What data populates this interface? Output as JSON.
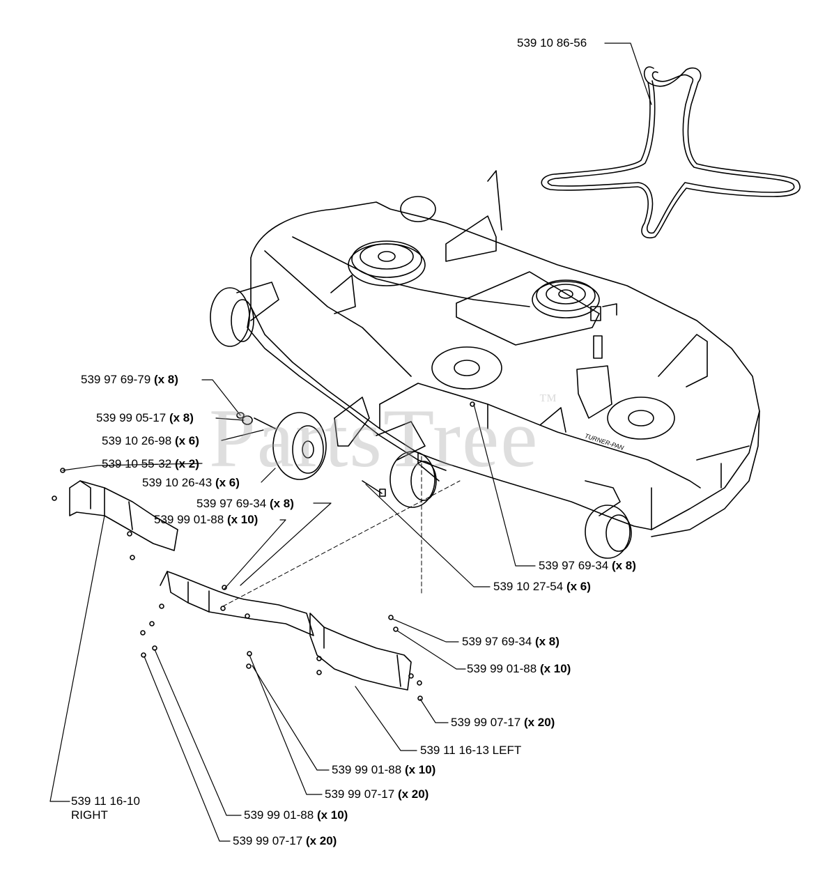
{
  "watermark": {
    "text": "PartsTree",
    "mark": "™"
  },
  "callouts": {
    "belt": {
      "part": "539 10 86-56",
      "qty": ""
    },
    "bolt_top": {
      "part": "539 97 69-79",
      "qty": "(x 8)"
    },
    "washer_top": {
      "part": "539 99 05-17",
      "qty": "(x 8)"
    },
    "spacer": {
      "part": "539 10 26-98",
      "qty": "(x 6)"
    },
    "screw_small": {
      "part": "539 10 55-32",
      "qty": "(x 2)"
    },
    "wheel": {
      "part": "539 10 26-43",
      "qty": "(x 6)"
    },
    "bolt_mid": {
      "part": "539 97 69-34",
      "qty": "(x 8)"
    },
    "washer_mid": {
      "part": "539 99 01-88",
      "qty": "(x 10)"
    },
    "bolt_right": {
      "part": "539 97 69-34",
      "qty": "(x 8)"
    },
    "pin": {
      "part": "539 10 27-54",
      "qty": "(x 6)"
    },
    "bolt_lower": {
      "part": "539 97 69-34",
      "qty": "(x 8)"
    },
    "washer_lower": {
      "part": "539 99 01-88",
      "qty": "(x 10)"
    },
    "nut_lower": {
      "part": "539 99 07-17",
      "qty": "(x 20)"
    },
    "shield_left": {
      "part": "539 11 16-13 LEFT",
      "qty": ""
    },
    "washer_bottom1": {
      "part": "539 99 01-88",
      "qty": "(x 10)"
    },
    "nut_bottom1": {
      "part": "539 99 07-17",
      "qty": "(x 20)"
    },
    "shield_right": {
      "part": "539 11 16-10",
      "line2": "RIGHT",
      "qty": ""
    },
    "washer_bottom2": {
      "part": "539 99 01-88",
      "qty": "(x 10)"
    },
    "nut_bottom2": {
      "part": "539 99 07-17",
      "qty": "(x 20)"
    }
  },
  "deck": {
    "brand_text": "TURNER-PAN"
  }
}
